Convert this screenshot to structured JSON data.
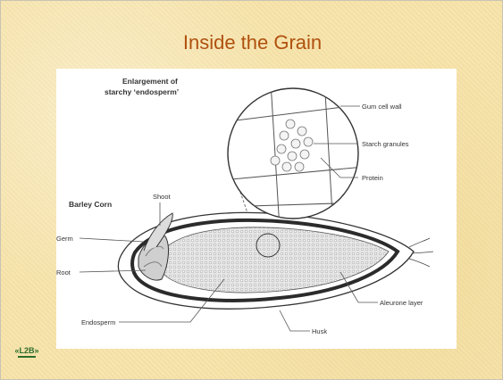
{
  "slide": {
    "title": "Inside the Grain",
    "logo_text": "«L2B»"
  },
  "diagram": {
    "enlargement_title_line1": "Enlargement of",
    "enlargement_title_line2": "starchy ‘endosperm’",
    "barley_corn_label": "Barley Corn",
    "labels": {
      "gum_cell_wall": "Gum cell wall",
      "starch_granules": "Starch granules",
      "protein": "Protein",
      "shoot": "Shoot",
      "germ": "Germ",
      "root": "Root",
      "endosperm": "Endosperm",
      "aleurone_layer": "Aleurone layer",
      "husk": "Husk"
    },
    "colors": {
      "title": "#b0500f",
      "line": "#333333",
      "endosperm_fill": "#dcdcdc"
    }
  }
}
